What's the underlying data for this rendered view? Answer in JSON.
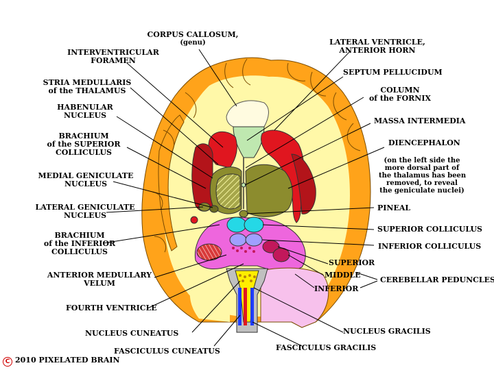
{
  "labels": {
    "corpus_callosum_1": "CORPUS CALLOSUM,",
    "corpus_callosum_2": "(genu)",
    "interventricular_1": "INTERVENTRICULAR",
    "interventricular_2": "FORAMEN",
    "stria_1": "STRIA MEDULLARIS",
    "stria_2": "of the THALAMUS",
    "habenular_1": "HABENULAR",
    "habenular_2": "NUCLEUS",
    "brachium_sup_1": "BRACHIUM",
    "brachium_sup_2": "of the SUPERIOR",
    "brachium_sup_3": "COLLICULUS",
    "medial_gen_1": "MEDIAL GENICULATE",
    "medial_gen_2": "NUCLEUS",
    "lateral_gen_1": "LATERAL GENICULATE",
    "lateral_gen_2": "NUCLEUS",
    "brachium_inf_1": "BRACHIUM",
    "brachium_inf_2": "of the INFERIOR",
    "brachium_inf_3": "COLLICULUS",
    "ant_med_velum_1": "ANTERIOR MEDULLARY",
    "ant_med_velum_2": "VELUM",
    "fourth_ventricle": "FOURTH VENTRICLE",
    "nucleus_cuneatus": "NUCLEUS CUNEATUS",
    "fasciculus_cuneatus": "FASCICULUS CUNEATUS",
    "lat_ventricle_1": "LATERAL VENTRICLE,",
    "lat_ventricle_2": "ANTERIOR HORN",
    "septum": "SEPTUM PELLUCIDUM",
    "column_fornix_1": "COLUMN",
    "column_fornix_2": "of the FORNIX",
    "massa": "MASSA INTERMEDIA",
    "diencephalon": "DIENCEPHALON",
    "note_1": "(on the left side the",
    "note_2": "more dorsal part of",
    "note_3": "the thalamus has been",
    "note_4": "removed, to reveal",
    "note_5": "the geniculate nuclei)",
    "pineal": "PINEAL",
    "superior_colliculus": "SUPERIOR COLLICULUS",
    "inferior_colliculus": "INFERIOR COLLICULUS",
    "superior": "SUPERIOR",
    "middle": "MIDDLE",
    "inferior": "INFERIOR",
    "cerebellar_peduncles": "CEREBELLAR PEDUNCLES",
    "nucleus_gracilis": "NUCLEUS GRACILIS",
    "fasciculus_gracilis": "FASCICULUS GRACILIS"
  },
  "copyright": {
    "symbol": "C",
    "text": "2010  PIXELATED BRAIN"
  },
  "colors": {
    "cortex": "#ffa31a",
    "white_matter": "#fff8a8",
    "ventricle": "#e0161f",
    "septum": "#bfe8b0",
    "thalamus": "#8c8c2e",
    "lentiform": "#b3141a",
    "colliculus_sup": "#25d8e6",
    "colliculus_inf": "#a0a0ff",
    "midbrain": "#ee66dd",
    "cerebellum": "#f7c1ec",
    "brainstem": "#c0c0c0",
    "gracilis": "#ffee00",
    "cuneatus": "#1e3cff"
  }
}
